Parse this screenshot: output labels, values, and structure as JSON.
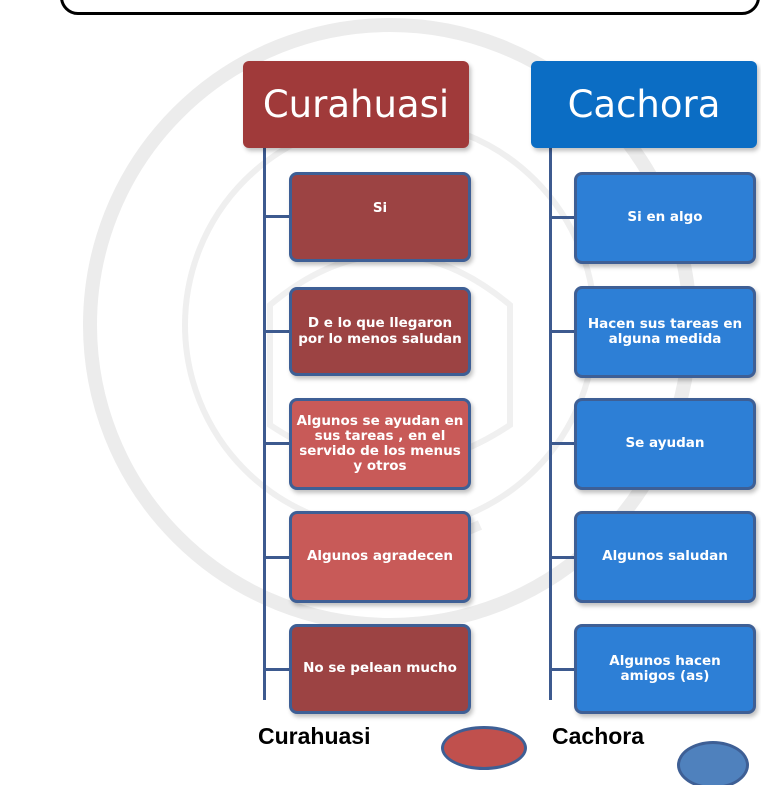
{
  "colors": {
    "curahuasi_header": "#a03a3a",
    "curahuasi_dark": "#9c4343",
    "curahuasi_light": "#c85a58",
    "cachora_header": "#0b6dc4",
    "cachora_item": "#2d7fd6",
    "connector": "#3d5a8f",
    "item_border": "#3e5f95"
  },
  "columns": {
    "curahuasi": {
      "title": "Curahuasi",
      "items": [
        "Si",
        "D e lo que llegaron por lo menos saludan",
        "Algunos se ayudan en sus tareas , en el servido de los menus  y otros",
        "Algunos agradecen",
        "No se pelean mucho"
      ]
    },
    "cachora": {
      "title": "Cachora",
      "items": [
        "Si en algo",
        "Hacen sus tareas en alguna medida",
        "Se ayudan",
        "Algunos saludan",
        "Algunos  hacen amigos (as)"
      ]
    }
  },
  "legend": {
    "curahuasi_label": "Curahuasi",
    "cachora_label": "Cachora"
  }
}
